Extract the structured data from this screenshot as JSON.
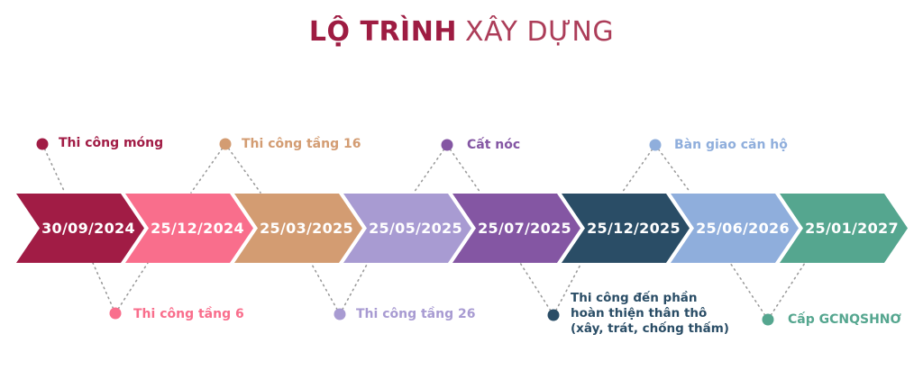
{
  "title": {
    "primary": "LỘ TRÌNH",
    "secondary": "XÂY DỰNG"
  },
  "colors": {
    "title_primary": "#9E1C42",
    "title_secondary": "#AC3D59",
    "connector": "#9B9B9B",
    "background": "#FFFFFF",
    "date_text": "#FFFFFF"
  },
  "milestones": [
    {
      "date": "30/09/2024",
      "label": "Thi công móng",
      "color": "#A11C45",
      "side": "top"
    },
    {
      "date": "25/12/2024",
      "label": "Thi công tầng 6",
      "color": "#F96E8C",
      "side": "bottom"
    },
    {
      "date": "25/03/2025",
      "label": "Thi công tầng 16",
      "color": "#D39C72",
      "side": "top"
    },
    {
      "date": "25/05/2025",
      "label": "Thi công tầng 26",
      "color": "#A89BD2",
      "side": "bottom"
    },
    {
      "date": "25/07/2025",
      "label": "Cất nóc",
      "color": "#8456A3",
      "side": "top"
    },
    {
      "date": "25/12/2025",
      "label": "Thi công đến phần hoàn thiện thân thô (xây, trát, chống thấm)",
      "label_lines": [
        "Thi công đến phần",
        "hoàn thiện thân thô",
        "(xây, trát, chống thấm)"
      ],
      "color": "#2A4D66",
      "side": "bottom"
    },
    {
      "date": "25/06/2026",
      "label": "Bàn giao căn hộ",
      "color": "#8FAEDC",
      "side": "top"
    },
    {
      "date": "25/01/2027",
      "label": "Cấp GCNQSHNƠ",
      "color": "#55A68F",
      "side": "bottom"
    }
  ]
}
